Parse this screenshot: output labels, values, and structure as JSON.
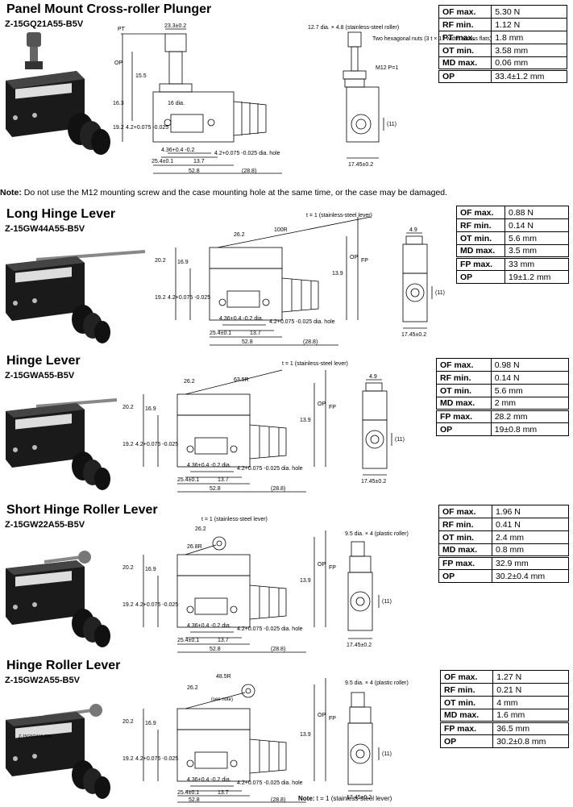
{
  "sections": [
    {
      "title": "Panel Mount Cross-roller Plunger",
      "model": "Z-15GQ21A55-B5V",
      "specs": [
        {
          "k": "OF max.",
          "v": "5.30 N"
        },
        {
          "k": "RF min.",
          "v": "1.12 N"
        },
        {
          "k": "PT max.",
          "v": "1.8 mm"
        },
        {
          "k": "OT min.",
          "v": "3.58 mm"
        },
        {
          "k": "MD max.",
          "v": "0.06 mm"
        },
        {
          "k": "OP",
          "v": "33.4±1.2 mm"
        }
      ],
      "dims": {
        "pt": "PT",
        "w": "23.3±0.2",
        "op": "OP",
        "h1": "15.5",
        "h2": "16.3",
        "dia": "16 dia.",
        "h3": "19.2",
        "hole": "4.2+0.075 -0.025",
        "x1": "4.36+0.4 -0.2",
        "hole_label": "4.2+0.075 -0.025 dia. hole",
        "x2": "25.4±0.1",
        "x3": "13.7",
        "x4": "52.8",
        "x5": "(28.8)",
        "roller": "12.7 dia. × 4.8 (stainless-steel roller)",
        "nuts": "Two hexagonal nuts (3 t × 17 width across flats)",
        "m12": "M12  P=1",
        "r11": "(11)",
        "w2": "17.45±0.2"
      }
    },
    {
      "title": "Long Hinge Lever",
      "model": "Z-15GW44A55-B5V",
      "specs": [
        {
          "k": "OF max.",
          "v": "0.88 N"
        },
        {
          "k": "RF min.",
          "v": "0.14 N"
        },
        {
          "k": "OT min.",
          "v": "5.6 mm"
        },
        {
          "k": "MD max.",
          "v": "3.5 mm"
        },
        {
          "k": "FP max.",
          "v": "33 mm"
        },
        {
          "k": "OP",
          "v": "19±1.2 mm"
        }
      ],
      "dims": {
        "lever": "t = 1 (stainless-steel lever)",
        "r": "100R",
        "w": "26.2",
        "h1": "20.2",
        "h2": "16.9",
        "h3": "19.2",
        "hole": "4.2+0.075 -0.025",
        "op": "OP",
        "fp": "FP",
        "h4": "13.9",
        "x1": "4.36+0.4 -0.2 dia.",
        "hole_label": "4.2+0.075 -0.025 dia. hole",
        "x2": "25.4±0.1",
        "x3": "13.7",
        "x4": "52.8",
        "x5": "(28.8)",
        "w4": "4.9",
        "r11": "(11)",
        "w2": "17.45±0.2"
      }
    },
    {
      "title": "Hinge Lever",
      "model": "Z-15GWA55-B5V",
      "specs": [
        {
          "k": "OF max.",
          "v": "0.98 N"
        },
        {
          "k": "RF min.",
          "v": "0.14 N"
        },
        {
          "k": "OT min.",
          "v": "5.6 mm"
        },
        {
          "k": "MD max.",
          "v": "2 mm"
        },
        {
          "k": "FP max.",
          "v": "28.2 mm"
        },
        {
          "k": "OP",
          "v": "19±0.8 mm"
        }
      ],
      "dims": {
        "lever": "t = 1 (stainless-steel lever)",
        "r": "63.5R",
        "w": "26.2",
        "h1": "20.2",
        "h2": "16.9",
        "h3": "19.2",
        "hole": "4.2+0.075 -0.025",
        "op": "OP",
        "fp": "FP",
        "h4": "13.9",
        "x1": "4.36+0.4 -0.2 dia.",
        "hole_label": "4.2+0.075 -0.025 dia. hole",
        "x2": "25.4±0.1",
        "x3": "13.7",
        "x4": "52.8",
        "x5": "(28.8)",
        "w4": "4.9",
        "r11": "(11)",
        "w2": "17.45±0.2"
      }
    },
    {
      "title": "Short Hinge Roller Lever",
      "model": "Z-15GW22A55-B5V",
      "specs": [
        {
          "k": "OF max.",
          "v": "1.96 N"
        },
        {
          "k": "RF min.",
          "v": "0.41 N"
        },
        {
          "k": "OT min.",
          "v": "2.4 mm"
        },
        {
          "k": "MD max.",
          "v": "0.8 mm"
        },
        {
          "k": "FP max.",
          "v": "32.9 mm"
        },
        {
          "k": "OP",
          "v": "30.2±0.4 mm"
        }
      ],
      "dims": {
        "lever": "t = 1 (stainless-steel lever)",
        "r": "26.8R",
        "w": "26.2",
        "h1": "20.2",
        "h2": "16.9",
        "h3": "19.2",
        "hole": "4.2+0.075 -0.025",
        "op": "OP",
        "fp": "FP",
        "h4": "13.9",
        "x1": "4.36+0.4 -0.2 dia.",
        "hole_label": "4.2+0.075 -0.025 dia. hole",
        "x2": "25.4±0.1",
        "x3": "13.7",
        "x4": "52.8",
        "x5": "(28.8)",
        "roller": "9.5 dia. × 4 (plastic roller)",
        "r11": "(11)",
        "w2": "17.45±0.2"
      }
    },
    {
      "title": "Hinge Roller Lever",
      "model": "Z-15GW2A55-B5V",
      "specs": [
        {
          "k": "OF max.",
          "v": "1.27 N"
        },
        {
          "k": "RF min.",
          "v": "0.21 N"
        },
        {
          "k": "OT min.",
          "v": "4 mm"
        },
        {
          "k": "MD max.",
          "v": "1.6 mm"
        },
        {
          "k": "FP max.",
          "v": "36.5 mm"
        },
        {
          "k": "OP",
          "v": "30.2±0.8 mm"
        }
      ],
      "dims": {
        "r": "48.5R",
        "w": "26.2",
        "see": "(see note)",
        "h1": "20.2",
        "h2": "16.9",
        "h3": "19.2",
        "hole": "4.2+0.075 -0.025",
        "op": "OP",
        "fp": "FP",
        "h4": "13.9",
        "x1": "4.36+0.4 -0.2 dia.",
        "hole_label": "4.2+0.075 -0.025 dia. hole",
        "x2": "25.4±0.1",
        "x3": "13.7",
        "x4": "52.8",
        "x5": "(28.8)",
        "roller": "9.5 dia. × 4 (plastic roller)",
        "r11": "(11)",
        "w2": "17.45±0.2"
      }
    }
  ],
  "note_top": {
    "label": "Note:",
    "text": "Do not use the M12 mounting screw and the case mounting hole at the same time, or the case may be damaged."
  },
  "note_bottom": {
    "label": "Note:",
    "text": "t = 1 (stainless-steel lever)"
  },
  "photo_marking": "Z-15GW2A55-B5V"
}
